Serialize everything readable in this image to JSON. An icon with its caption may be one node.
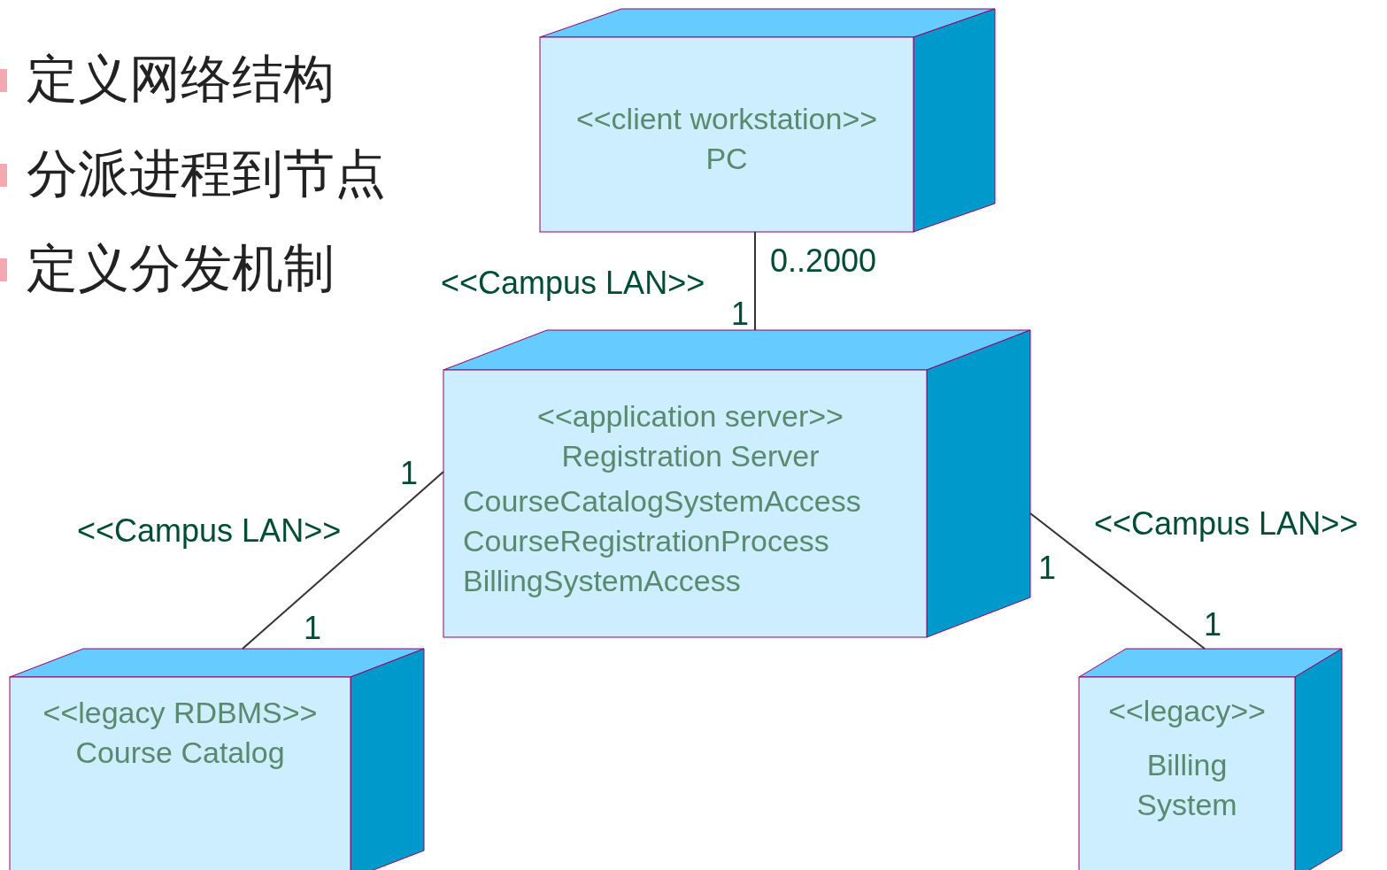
{
  "diagram": {
    "nodes": [
      {
        "text": [
          "<<client workstation>>",
          "PC"
        ]
      },
      {
        "text": [
          "<<application server>>",
          "Registration Server",
          "CourseCatalogSystemAccess CourseRegistrationProcess BillingSystemAccess"
        ]
      },
      {
        "text": [
          "<<legacy RDBMS>>",
          "Course Catalog"
        ]
      },
      {
        "text": [
          "<<legacy>>",
          "Billing System"
        ]
      }
    ],
    "edges": [
      {
        "from": 0,
        "to": 1,
        "arrow": "none",
        "label": "<<Campus LAN>>"
      },
      {
        "from": 1,
        "to": 2,
        "arrow": "none",
        "label": "<<Campus LAN>>"
      },
      {
        "from": 1,
        "to": 3,
        "arrow": "none",
        "label": "<<Campus LAN>>"
      }
    ],
    "labels": [
      "定义网络结构",
      "分派进程到节点",
      "定义分发机制",
      "0..2000",
      "1",
      "1",
      "1",
      "1",
      "1"
    ]
  }
}
